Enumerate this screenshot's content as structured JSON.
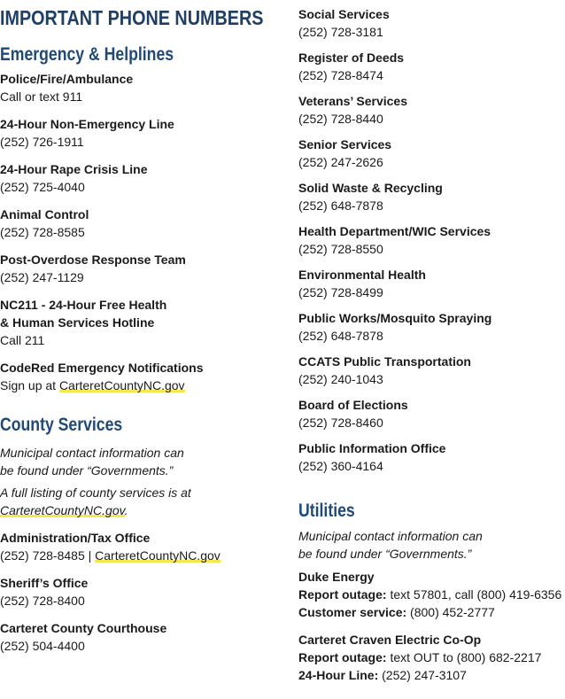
{
  "title": "IMPORTANT PHONE NUMBERS",
  "emergency": {
    "heading": "Emergency & Helplines",
    "entries": [
      {
        "name": "Police/Fire/Ambulance",
        "value": "Call or text 911"
      },
      {
        "name": "24-Hour Non-Emergency Line",
        "value": "(252) 726-1911"
      },
      {
        "name": "24-Hour Rape Crisis Line",
        "value": "(252) 725-4040"
      },
      {
        "name": "Animal Control",
        "value": "(252) 728-8585"
      },
      {
        "name": "Post-Overdose Response Team",
        "value": "(252) 247-1129"
      },
      {
        "name": "NC211 - 24-Hour Free Health",
        "name2": "& Human Services Hotline",
        "value": "Call 211"
      },
      {
        "name": "CodeRed Emergency Notifications",
        "value_prefix": "Sign up at ",
        "link": "CarteretCountyNC.gov"
      }
    ]
  },
  "county": {
    "heading": "County Services",
    "note1_line1": "Municipal contact information can",
    "note1_line2": "be found under “Governments.”",
    "note2_line1": "A full listing of county services is at",
    "note2_link": "CarteretCountyNC.gov",
    "note2_suffix": ".",
    "entries": [
      {
        "name": "Administration/Tax Office",
        "value": "(252) 728-8485 | ",
        "link": "CarteretCountyNC.gov"
      },
      {
        "name": "Sheriff’s Office",
        "value": "(252) 728-8400"
      },
      {
        "name": "Carteret County Courthouse",
        "value": "(252) 504-4400"
      }
    ]
  },
  "right_entries": [
    {
      "name": "Social Services",
      "value": "(252) 728-3181"
    },
    {
      "name": "Register of Deeds",
      "value": "(252) 728-8474"
    },
    {
      "name": "Veterans’ Services",
      "value": "(252) 728-8440"
    },
    {
      "name": "Senior Services",
      "value": "(252) 247-2626"
    },
    {
      "name": "Solid Waste & Recycling",
      "value": "(252) 648-7878"
    },
    {
      "name": "Health Department/WIC Services",
      "value": "(252) 728-8550"
    },
    {
      "name": "Environmental Health",
      "value": "(252) 728-8499"
    },
    {
      "name": "Public Works/Mosquito Spraying",
      "value": "(252) 648-7878"
    },
    {
      "name": "CCATS Public Transportation",
      "value": "(252) 240-1043"
    },
    {
      "name": "Board of Elections",
      "value": "(252) 728-8460"
    },
    {
      "name": "Public Information Office",
      "value": "(252) 360-4164"
    }
  ],
  "utilities": {
    "heading": "Utilities",
    "note_line1": "Municipal contact information can",
    "note_line2": "be found under “Governments.”",
    "duke": {
      "name": "Duke Energy",
      "l1_label": "Report outage:",
      "l1_value": " text 57801, call (800) 419-6356",
      "l2_label": "Customer service:",
      "l2_value": " (800) 452-2777"
    },
    "carteret": {
      "name": "Carteret Craven Electric Co-Op",
      "l1_label": "Report outage:",
      "l1_value": " text OUT to (800) 682-2217",
      "l2_label": "24-Hour Line:",
      "l2_value": " (252) 247-3107"
    }
  }
}
